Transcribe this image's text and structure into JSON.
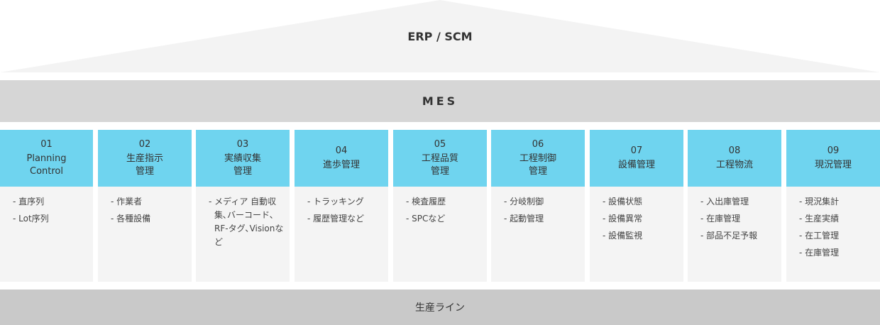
{
  "erp_label": "ERP / SCM",
  "mes_label": "MES",
  "line_label": "生産ライン",
  "colors": {
    "roof": "#f3f3f3",
    "mes_band": "#d6d6d6",
    "header": "#6fd4ef",
    "body": "#f4f4f4",
    "line_band": "#c9c9c9"
  },
  "columns": [
    {
      "num": "01",
      "title": "Planning\nControl",
      "items": [
        "直序列",
        "Lot序列"
      ]
    },
    {
      "num": "02",
      "title": "生産指示\n管理",
      "items": [
        "作業者",
        "各種設備"
      ]
    },
    {
      "num": "03",
      "title": "実績収集\n管理",
      "items": [
        "メディア 自動収集､バーコード､RF-タグ､Visionなど"
      ]
    },
    {
      "num": "04",
      "title": "進歩管理",
      "items": [
        "トラッキング",
        "履歴管理など"
      ]
    },
    {
      "num": "05",
      "title": "工程品質\n管理",
      "items": [
        "検査履歴",
        "SPCなど"
      ]
    },
    {
      "num": "06",
      "title": "工程制御\n管理",
      "items": [
        "分岐制御",
        "起動管理"
      ]
    },
    {
      "num": "07",
      "title": "設備管理",
      "items": [
        "設備状態",
        "設備異常",
        "設備監視"
      ]
    },
    {
      "num": "08",
      "title": "工程物流",
      "items": [
        "入出庫管理",
        "在庫管理",
        "部品不足予報"
      ]
    },
    {
      "num": "09",
      "title": "現況管理",
      "items": [
        "現況集計",
        "生産実績",
        "在工管理",
        "在庫管理"
      ]
    }
  ]
}
